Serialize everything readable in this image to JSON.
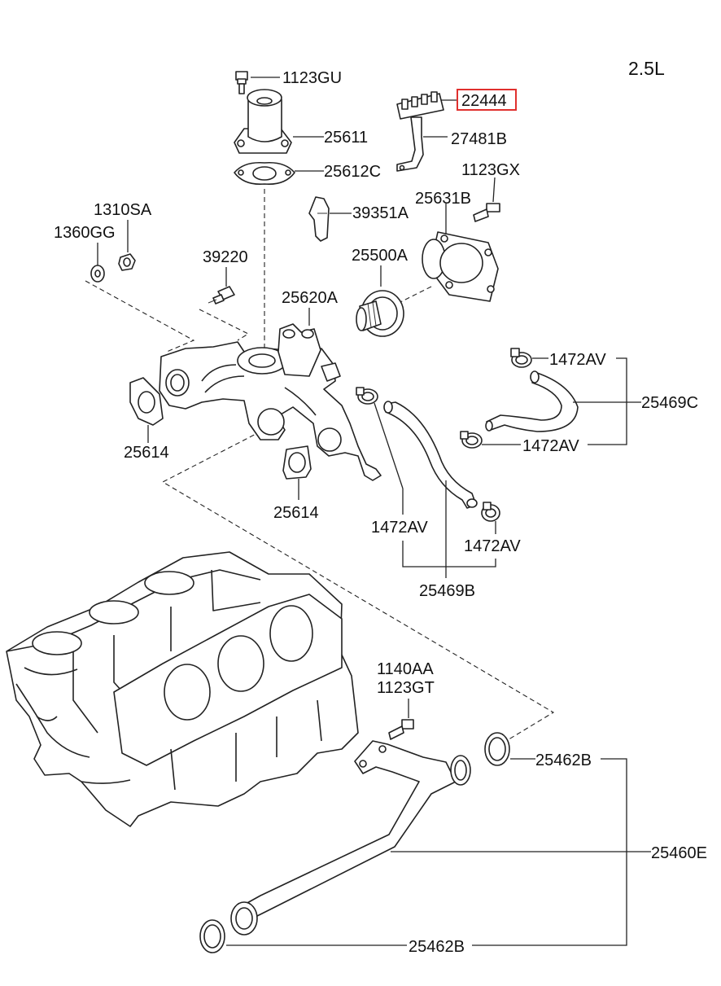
{
  "engine": "2.5L",
  "highlight_color": "#e0302e",
  "labels": {
    "p1123GU": "1123GU",
    "p25611": "25611",
    "p25612C": "25612C",
    "p22444": "22444",
    "p27481B": "27481B",
    "p1123GX": "1123GX",
    "p25631B": "25631B",
    "p39351A": "39351A",
    "p1310SA": "1310SA",
    "p1360GG": "1360GG",
    "p39220": "39220",
    "p25500A": "25500A",
    "p25620A": "25620A",
    "p1472AV_a": "1472AV",
    "p25469C": "25469C",
    "p1472AV_b": "1472AV",
    "p25614_a": "25614",
    "p25614_b": "25614",
    "p1472AV_c": "1472AV",
    "p1472AV_d": "1472AV",
    "p25469B": "25469B",
    "p1140AA": "1140AA",
    "p1123GT": "1123GT",
    "p25462B_a": "25462B",
    "p25460E": "25460E",
    "p25462B_b": "25462B"
  }
}
